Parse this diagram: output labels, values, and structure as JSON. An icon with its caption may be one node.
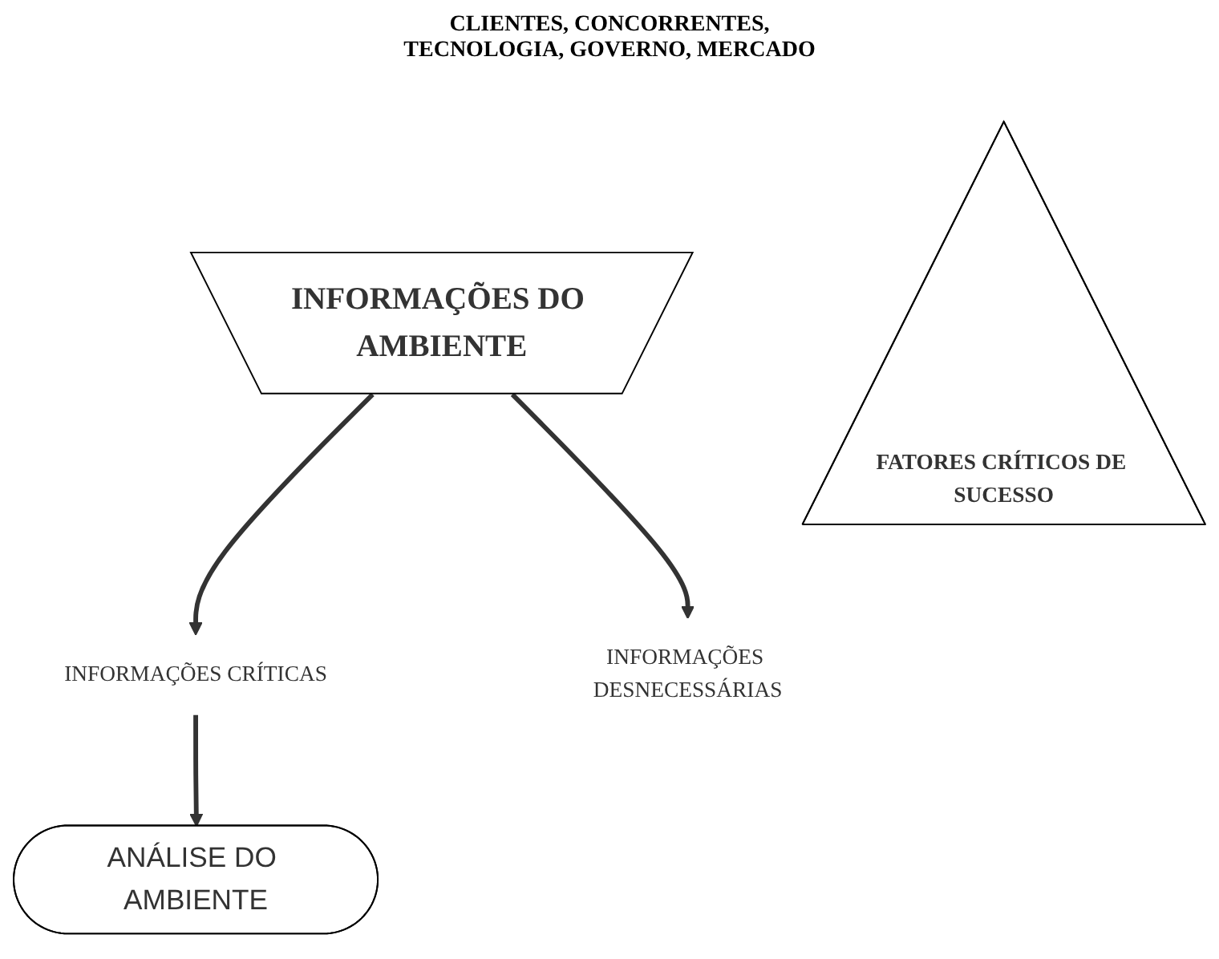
{
  "diagram": {
    "nodes": [
      {
        "text": [
          "INFORMAÇÕES DO AMBIENTE"
        ]
      },
      {
        "text": [
          "FATORES CRÍTICOS DE SUCESSO"
        ]
      },
      {
        "text": [
          "INFORMAÇÕES CRÍTICAS"
        ]
      },
      {
        "text": [
          "INFORMAÇÕES DESNECESSÁRIAS"
        ]
      },
      {
        "text": [
          "ANÁLISE DO AMBIENTE"
        ]
      }
    ],
    "edges": [
      {
        "from": 0,
        "to": 2,
        "arrow": "to"
      },
      {
        "from": 0,
        "to": 3,
        "arrow": "to"
      },
      {
        "from": 2,
        "to": 4,
        "arrow": "to"
      }
    ],
    "labels": [
      "CLIENTES, CONCORRENTES, TECNOLOGIA, GOVERNO, MERCADO"
    ]
  }
}
